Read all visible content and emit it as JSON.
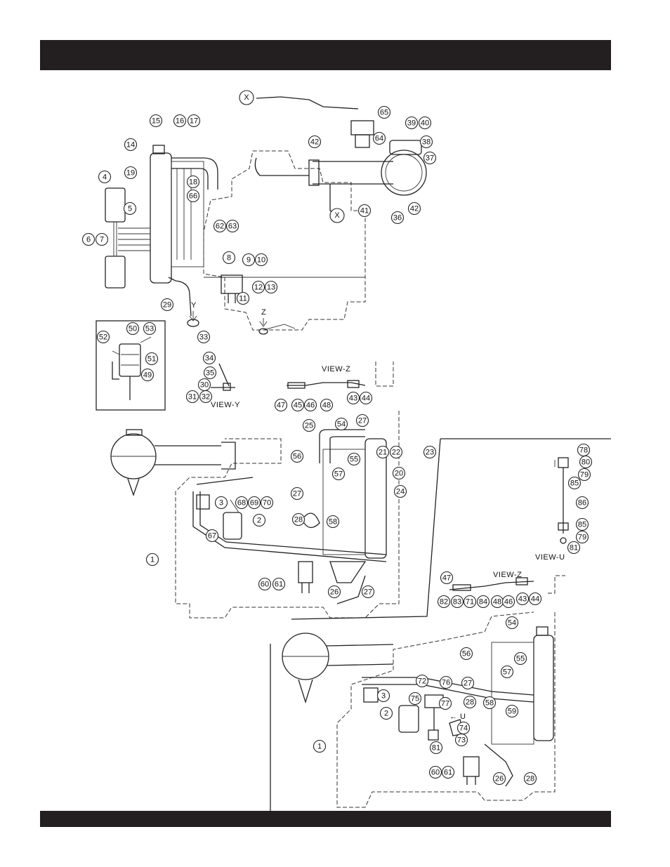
{
  "callouts": {
    "top": [
      "15",
      "16",
      "17",
      "14",
      "19",
      "18",
      "66",
      "4",
      "5",
      "6",
      "7",
      "62",
      "63",
      "8",
      "9",
      "10",
      "12",
      "13",
      "11",
      "29",
      "33",
      "65",
      "64",
      "39",
      "40",
      "38",
      "37",
      "42",
      "41",
      "36",
      "42b"
    ],
    "inset": [
      "52",
      "50",
      "53",
      "51",
      "49"
    ],
    "view_y": [
      "34",
      "35",
      "30",
      "31",
      "32"
    ],
    "view_z": [
      "47",
      "45",
      "46",
      "48",
      "43",
      "44"
    ],
    "middle": [
      "25",
      "54",
      "27",
      "56",
      "57",
      "55",
      "21",
      "22",
      "23",
      "20",
      "24",
      "27b",
      "3",
      "68",
      "69",
      "70",
      "2",
      "28",
      "58",
      "67",
      "1",
      "60",
      "61",
      "26",
      "27c"
    ],
    "view_u": [
      "78",
      "80",
      "79",
      "85",
      "86",
      "85b",
      "79b",
      "81"
    ],
    "view_z2": [
      "47",
      "82",
      "83",
      "71",
      "84",
      "48",
      "46",
      "43",
      "44"
    ],
    "bottom": [
      "54",
      "56",
      "57",
      "55",
      "72",
      "76",
      "27",
      "3",
      "75",
      "77",
      "28",
      "58",
      "59",
      "2",
      "74",
      "73",
      "81",
      "1",
      "60",
      "61",
      "26",
      "28b"
    ]
  },
  "labels": {
    "x_marker_1": "X",
    "x_marker_2": "X",
    "view_y_letter": "Y",
    "view_z_letter": "Z",
    "view_y": "VIEW-Y",
    "view_z": "VIEW-Z",
    "view_u": "VIEW-U",
    "view_z2": "VIEW-Z",
    "u_arrow": "← U"
  }
}
